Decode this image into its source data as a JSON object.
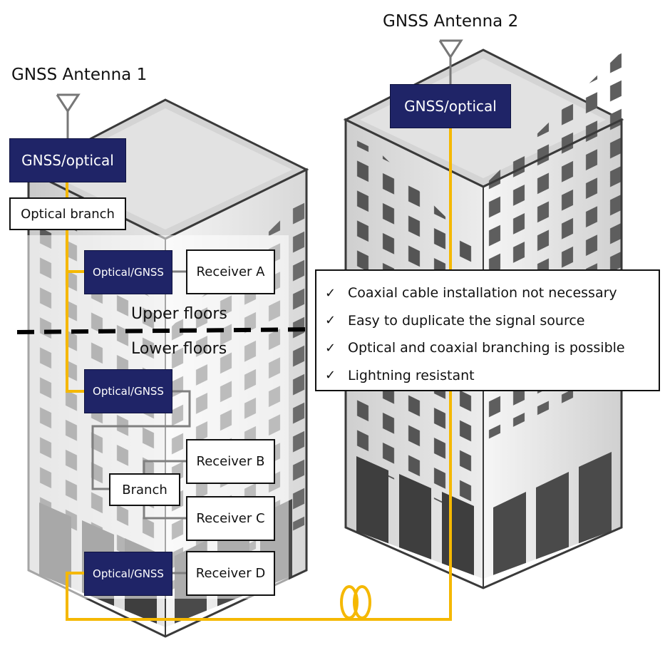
{
  "antennas": [
    {
      "label": "GNSS Antenna 1"
    },
    {
      "label": "GNSS Antenna 2"
    }
  ],
  "converters": {
    "main_1": "GNSS/optical",
    "main_2": "GNSS/optical",
    "optical_gnss_a": "Optical/GNSS",
    "optical_gnss_b": "Optical/GNSS",
    "optical_gnss_d": "Optical/GNSS"
  },
  "optical_branch": "Optical branch",
  "coax_branch": "Branch",
  "receivers": {
    "a": "Receiver A",
    "b": "Receiver B",
    "c": "Receiver C",
    "d": "Receiver D"
  },
  "floors": {
    "upper": "Upper floors",
    "lower": "Lower floors"
  },
  "features": [
    {
      "check": "✓",
      "text": "Coaxial cable installation  not necessary"
    },
    {
      "check": "✓",
      "text": "Easy to duplicate the signal source"
    },
    {
      "check": "✓",
      "text": "Optical and coaxial branching is possible"
    },
    {
      "check": "✓",
      "text": "Lightning resistant"
    }
  ],
  "colors": {
    "converter_fill": "#1f2467",
    "fiber": "#f5b800",
    "coax": "#808080",
    "divider": "#000000"
  }
}
